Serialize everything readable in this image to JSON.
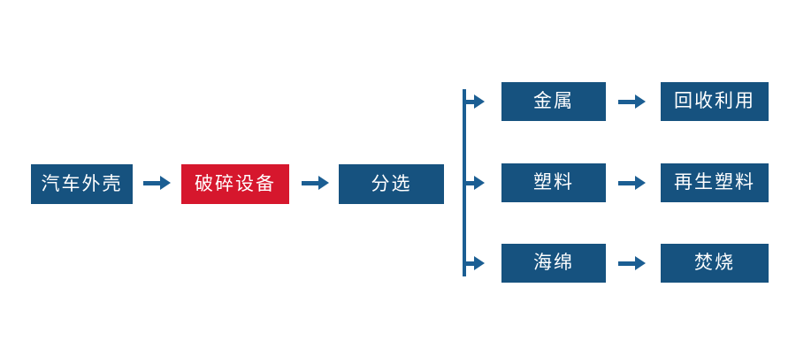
{
  "flow": {
    "title_semantic": "car-shell-recycling-process",
    "main": [
      {
        "id": "car-shell",
        "label": "汽车外壳",
        "color": "#16527F"
      },
      {
        "id": "crushing-equipment",
        "label": "破碎设备",
        "color": "#D6172D"
      },
      {
        "id": "sorting",
        "label": "分选",
        "color": "#16527F"
      }
    ],
    "branches": [
      {
        "material": "金属",
        "result": "回收利用"
      },
      {
        "material": "塑料",
        "result": "再生塑料"
      },
      {
        "material": "海绵",
        "result": "焚烧"
      }
    ],
    "colors": {
      "box_blue": "#16527F",
      "box_red": "#D6172D",
      "arrow_blue": "#1B5E93",
      "text": "#FFFFFF",
      "background": "#FFFFFF"
    }
  }
}
